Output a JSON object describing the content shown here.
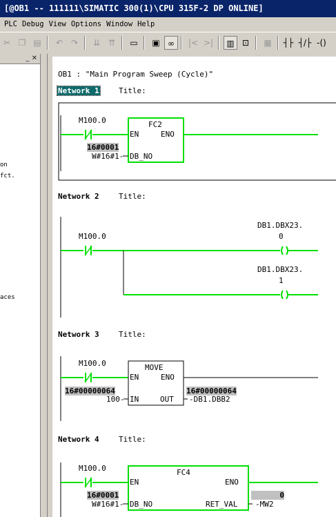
{
  "window": {
    "title": "[@OB1 -- 111111\\SIMATIC 300(1)\\CPU 315F-2 DP   ONLINE]"
  },
  "menu": [
    "PLC",
    "Debug",
    "View",
    "Options",
    "Window",
    "Help"
  ],
  "toolbar": {
    "icons": [
      "cut-icon",
      "copy-icon",
      "paste-icon",
      "undo-icon",
      "redo-icon",
      "download-icon",
      "upload-icon",
      "insert-icon",
      "monitor-icon",
      "glasses-icon",
      "first-icon",
      "last-icon",
      "overview-icon",
      "zoom-icon",
      "network-icon",
      "contact-no-icon",
      "contact-nc-icon",
      "coil-icon"
    ]
  },
  "left_pane": {
    "lines": [
      "on",
      "fct.",
      "",
      "aces"
    ]
  },
  "block": {
    "header": "OB1 :  \"Main Program Sweep (Cycle)\""
  },
  "networks": [
    {
      "label": "Network 1",
      "title": "Title:",
      "contact": "M100.0",
      "box": {
        "name": "FC2",
        "en": "EN",
        "eno": "ENO",
        "param": "DB_NO"
      },
      "status_value": "16#0001",
      "operand": "W#16#1"
    },
    {
      "label": "Network 2",
      "title": "Title:",
      "contact": "M100.0",
      "coils": [
        {
          "line1": "DB1.DBX23.",
          "line2": "0"
        },
        {
          "line1": "DB1.DBX23.",
          "line2": "1"
        }
      ]
    },
    {
      "label": "Network 3",
      "title": "Title:",
      "contact": "M100.0",
      "box": {
        "name": "MOVE",
        "en": "EN",
        "eno": "ENO",
        "in": "IN",
        "out": "OUT"
      },
      "in_status": "16#00000064",
      "in_operand": "100",
      "out_status": "16#00000064",
      "out_operand": "DB1.DBB2"
    },
    {
      "label": "Network 4",
      "title": "Title:",
      "contact": "M100.0",
      "box": {
        "name": "FC4",
        "en": "EN",
        "eno": "ENO",
        "param": "DB_NO",
        "ret": "RET_VAL"
      },
      "status_value": "16#0001",
      "operand": "W#16#1",
      "ret_status": "0",
      "ret_operand": "MW2"
    }
  ],
  "colors": {
    "active": "#00e000",
    "wire": "#000000",
    "status_bg": "#c0c0c0",
    "titlebar": "#0a246a"
  }
}
